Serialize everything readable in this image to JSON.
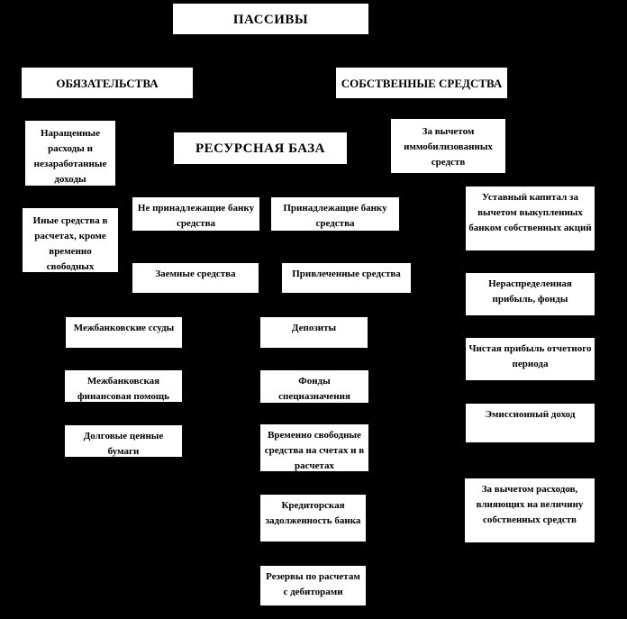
{
  "diagram": {
    "colors": {
      "background": "#000000",
      "box_fill": "#ffffff",
      "box_border": "#000000",
      "text": "#000000"
    },
    "nodes": [
      {
        "id": "liabilities",
        "label": "ПАССИВЫ"
      },
      {
        "id": "obligations",
        "label": "ОБЯЗАТЕЛЬСТВА"
      },
      {
        "id": "own-funds",
        "label": "СОБСТВЕННЫЕ СРЕДСТВА"
      },
      {
        "id": "accrued-expenses",
        "label": "Наращенные расходы и незаработанные доходы"
      },
      {
        "id": "resource-base",
        "label": "РЕСУРСНАЯ БАЗА"
      },
      {
        "id": "minus-immobilized",
        "label": "За вычетом иммобилизованных средств"
      },
      {
        "id": "other-settlement-funds",
        "label": "Иные средства в расчетах, кроме временно свободных"
      },
      {
        "id": "non-bank-funds",
        "label": "Не принадлежащие банку средства"
      },
      {
        "id": "bank-funds",
        "label": "Принадлежащие банку средства"
      },
      {
        "id": "authorized-capital",
        "label": "Уставный капитал за вычетом выкупленных банком собственных акций"
      },
      {
        "id": "borrowed-funds",
        "label": "Заемные средства"
      },
      {
        "id": "attracted-funds",
        "label": "Привлеченные средства"
      },
      {
        "id": "retained-earnings",
        "label": "Нераспределенная прибыль, фонды"
      },
      {
        "id": "interbank-loans",
        "label": "Межбанковские ссуды"
      },
      {
        "id": "deposits",
        "label": "Депозиты"
      },
      {
        "id": "net-profit",
        "label": "Чистая прибыль отчетного периода"
      },
      {
        "id": "interbank-financial-aid",
        "label": "Межбанковская финансовая помощь"
      },
      {
        "id": "special-purpose-funds",
        "label": "Фонды спецназначения"
      },
      {
        "id": "emission-income",
        "label": "Эмиссионный доход"
      },
      {
        "id": "debt-securities",
        "label": "Долговые ценные бумаги"
      },
      {
        "id": "temporarily-free-funds",
        "label": "Временно свободные средства на счетах и в расчетах"
      },
      {
        "id": "minus-expenses",
        "label": "За вычетом расходов, влияющих на величину собственных средств"
      },
      {
        "id": "accounts-payable",
        "label": "Кредиторская задолженность банка"
      },
      {
        "id": "debtor-reserves",
        "label": "Резервы по расчетам с дебиторами"
      }
    ]
  }
}
